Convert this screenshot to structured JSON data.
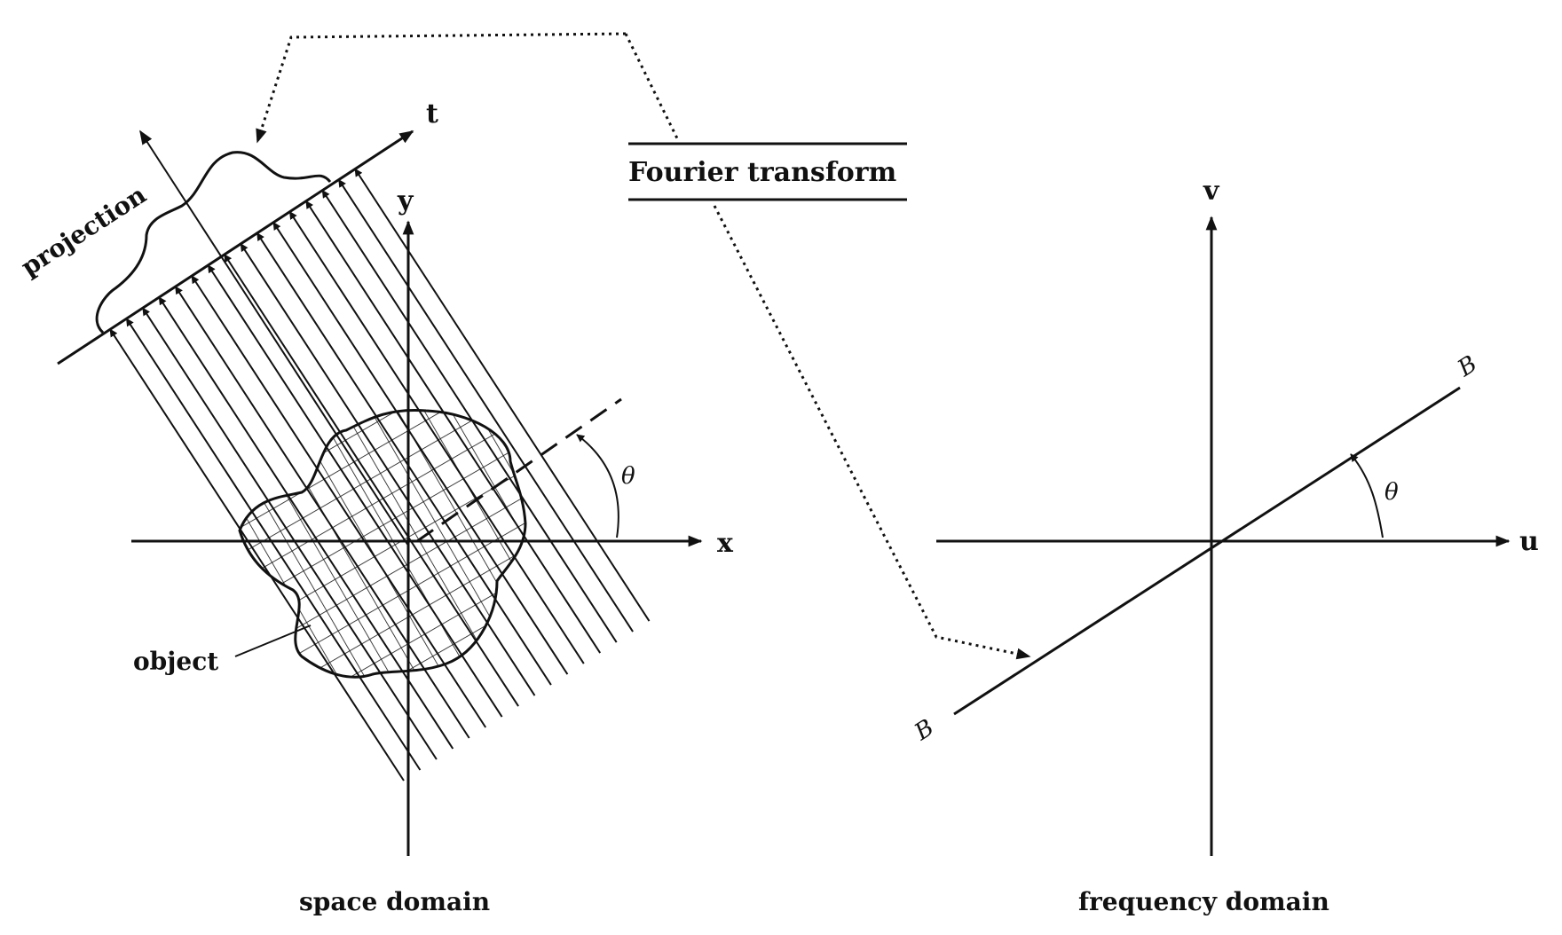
{
  "space_domain": {
    "caption": "space domain",
    "axis_x": "x",
    "axis_y": "y",
    "axis_t": "t",
    "angle": "θ",
    "projection_label": "projection",
    "object_label": "object"
  },
  "frequency_domain": {
    "caption": "frequency domain",
    "axis_u": "u",
    "axis_v": "v",
    "line_end_label": "B",
    "line_start_label": "B",
    "angle": "θ"
  },
  "transform_label": "Fourier transform"
}
